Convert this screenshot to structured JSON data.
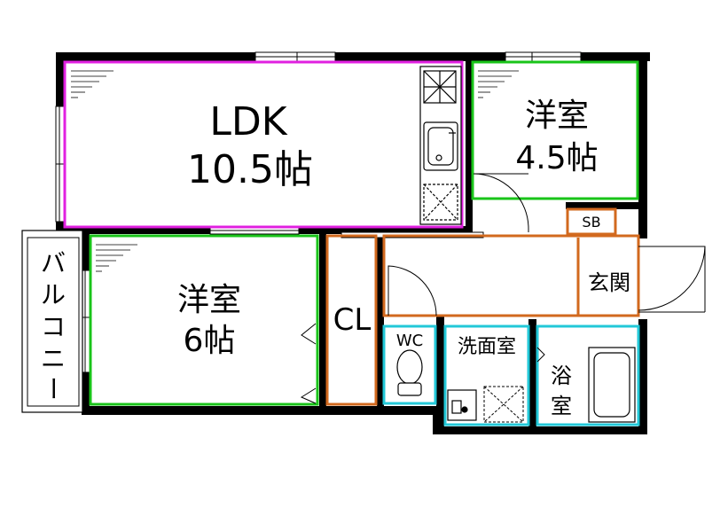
{
  "rooms": {
    "ldk": {
      "name": "LDK",
      "size": "10.5帖"
    },
    "west_r": {
      "name": "洋室",
      "size": "4.5帖"
    },
    "west_l": {
      "name": "洋室",
      "size": "6帖"
    },
    "closet": {
      "name": "CL"
    },
    "sb": {
      "name": "SB"
    },
    "entrance": {
      "name": "玄関"
    },
    "wc": {
      "name": "WC"
    },
    "washroom": {
      "name": "洗面室"
    },
    "bath_top": {
      "name": "浴"
    },
    "bath_bot": {
      "name": "室"
    }
  },
  "balcony": {
    "chars": [
      "バ",
      "ル",
      "コ",
      "ニ",
      "ー"
    ]
  },
  "colors": {
    "wall": "#000000",
    "ldk": "#e020e0",
    "bedroom": "#19c419",
    "storage": "#d2691e",
    "wet": "#22c8d8"
  }
}
